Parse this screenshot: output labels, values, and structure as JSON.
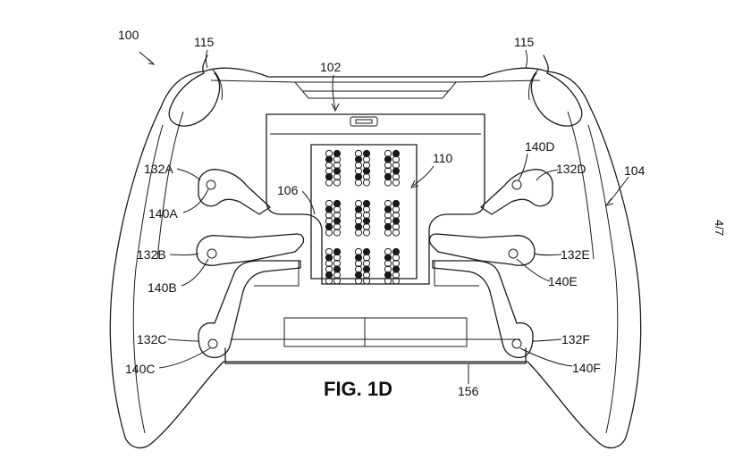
{
  "figure": {
    "caption": "FIG. 1D",
    "page_number": "4/7",
    "labels": {
      "l100": "100",
      "l115a": "115",
      "l115b": "115",
      "l102": "102",
      "l110": "110",
      "l106": "106",
      "l104": "104",
      "l132A": "132A",
      "l140A": "140A",
      "l132B": "132B",
      "l140B": "140B",
      "l132C": "132C",
      "l140C": "140C",
      "l132D": "132D",
      "l140D": "140D",
      "l132E": "132E",
      "l140E": "140E",
      "l132F": "132F",
      "l140F": "140F",
      "l156": "156"
    }
  }
}
